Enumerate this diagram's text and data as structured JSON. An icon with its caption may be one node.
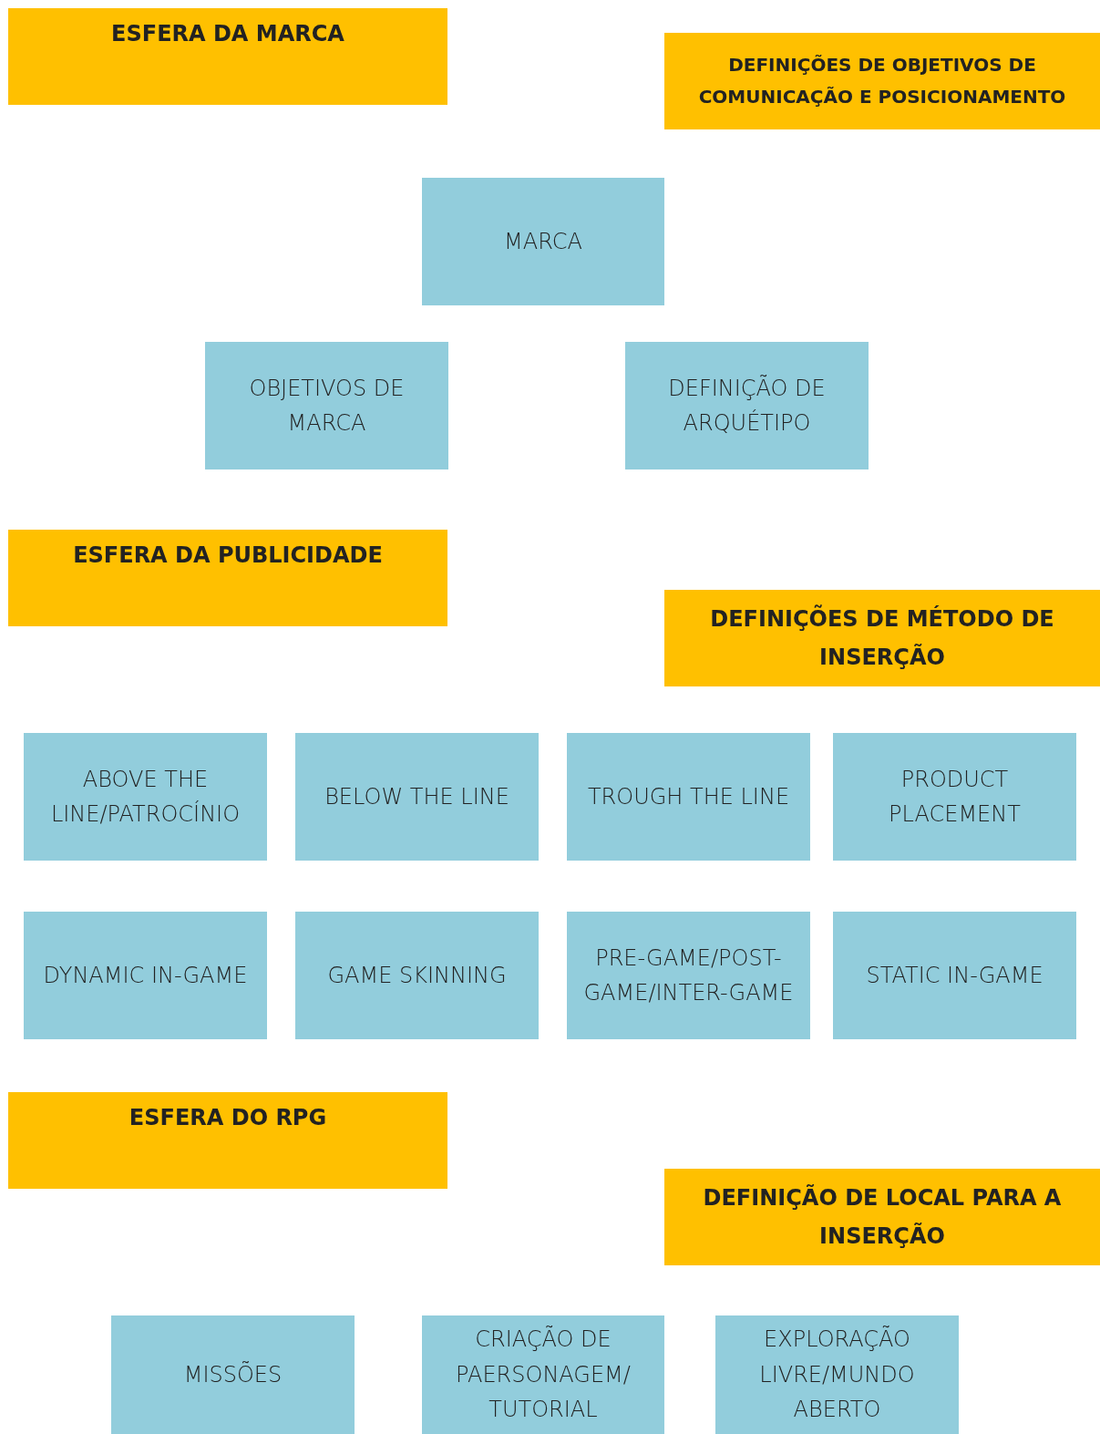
{
  "diagram": {
    "nodes": [
      {
        "text": [
          "ESFERA DA MARCA"
        ]
      },
      {
        "text": [
          "DEFINIÇÕES DE OBJETIVOS DE COMUNICAÇÃO E POSICIONAMENTO"
        ]
      },
      {
        "text": [
          "MARCA"
        ]
      },
      {
        "text": [
          "OBJETIVOS DE MARCA"
        ]
      },
      {
        "text": [
          "DEFINIÇÃO DE ARQUÉTIPO"
        ]
      },
      {
        "text": [
          "ESFERA DA PUBLICIDADE"
        ]
      },
      {
        "text": [
          "DEFINIÇÕES DE MÉTODO DE INSERÇÃO"
        ]
      },
      {
        "text": [
          "ABOVE THE LINE/PATROCÍNIO"
        ]
      },
      {
        "text": [
          "BELOW THE LINE"
        ]
      },
      {
        "text": [
          "TROUGH THE LINE"
        ]
      },
      {
        "text": [
          "PRODUCT PLACEMENT"
        ]
      },
      {
        "text": [
          "DYNAMIC IN-GAME"
        ]
      },
      {
        "text": [
          "GAME SKINNING"
        ]
      },
      {
        "text": [
          "PRE-GAME/POST-GAME/INTER-GAME"
        ]
      },
      {
        "text": [
          "STATIC IN-GAME"
        ]
      },
      {
        "text": [
          "ESFERA DO RPG"
        ]
      },
      {
        "text": [
          "DEFINIÇÃO DE LOCAL PARA A INSERÇÃO"
        ]
      },
      {
        "text": [
          "MISSÕES"
        ]
      },
      {
        "text": [
          "CRIAÇÃO DE PAERSONAGEM/ TUTORIAL"
        ]
      },
      {
        "text": [
          "EXPLORAÇÃO LIVRE/MUNDO ABERTO"
        ]
      }
    ]
  }
}
